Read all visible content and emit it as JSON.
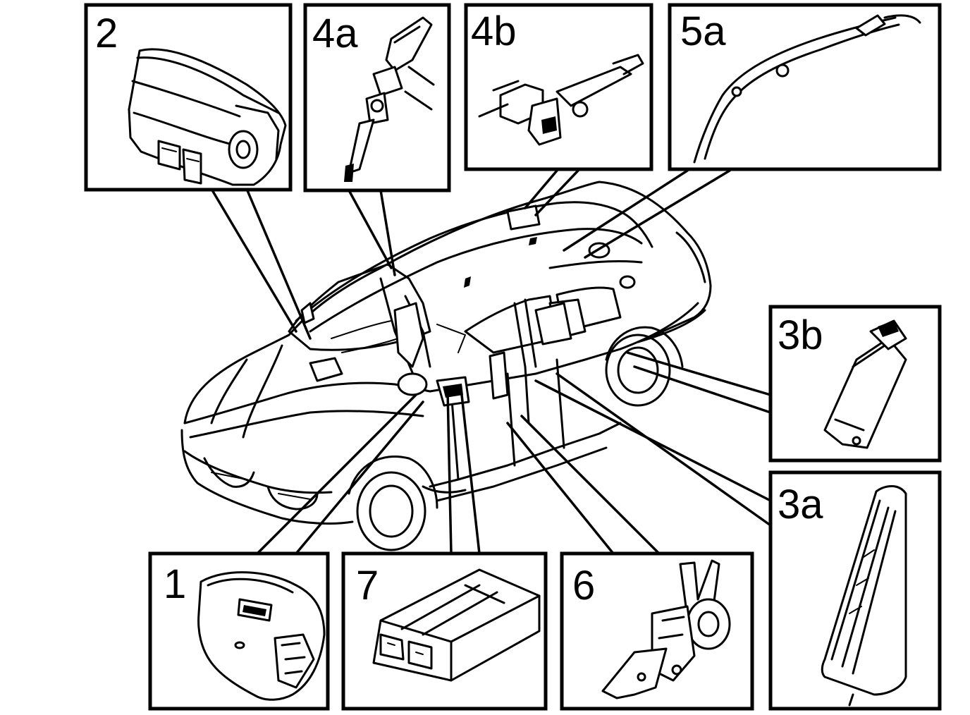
{
  "labels": {
    "l1": "1",
    "l2": "2",
    "l3a": "3a",
    "l3b": "3b",
    "l4a": "4a",
    "l4b": "4b",
    "l5a": "5a",
    "l6": "6",
    "l7": "7"
  },
  "colors": {
    "ink": "#000000",
    "paper": "#ffffff"
  }
}
